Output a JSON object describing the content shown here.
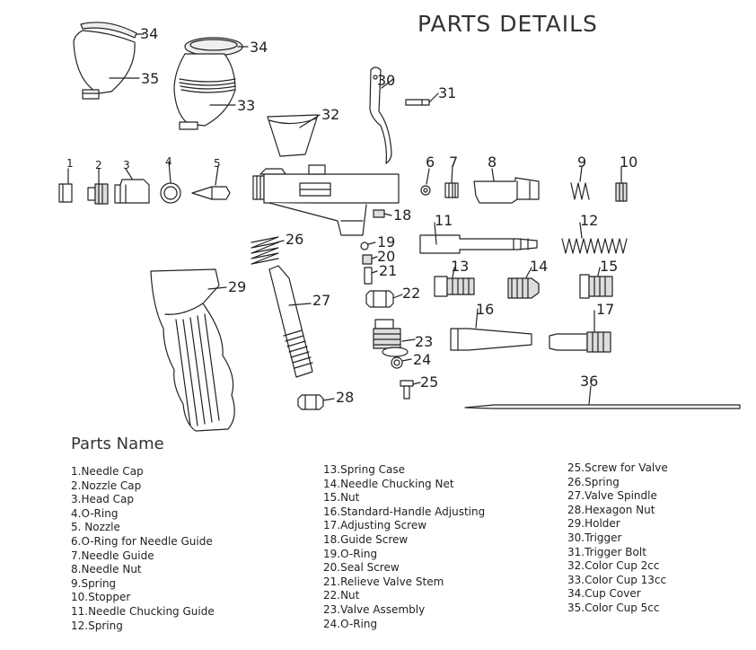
{
  "title": "PARTS DETAILS",
  "parts_heading": "Parts Name",
  "callouts": {
    "n1": "1",
    "n2": "2",
    "n3": "3",
    "n4": "4",
    "n5": "5",
    "n6": "6",
    "n7": "7",
    "n8": "8",
    "n9": "9",
    "n10": "10",
    "n11": "11",
    "n12": "12",
    "n13": "13",
    "n14": "14",
    "n15": "15",
    "n16": "16",
    "n17": "17",
    "n18": "18",
    "n19": "19",
    "n20": "20",
    "n21": "21",
    "n22": "22",
    "n23": "23",
    "n24": "24",
    "n25": "25",
    "n26": "26",
    "n27": "27",
    "n28": "28",
    "n29": "29",
    "n30": "30",
    "n31": "31",
    "n32": "32",
    "n33": "33",
    "n34a": "34",
    "n34b": "34",
    "n35": "35",
    "n36": "36"
  },
  "parts_list": [
    [
      "1.Needle Cap",
      "2.Nozzle Cap",
      "3.Head Cap",
      "4.O-Ring",
      "5. Nozzle",
      "6.O-Ring for Needle Guide",
      "7.Needle Guide",
      "8.Needle Nut",
      "9.Spring",
      "10.Stopper",
      "11.Needle Chucking Guide",
      "12.Spring"
    ],
    [
      "13.Spring Case",
      "14.Needle Chucking Net",
      "15.Nut",
      "16.Standard-Handle Adjusting",
      "17.Adjusting Screw",
      "18.Guide Screw",
      "19.O-Ring",
      "20.Seal Screw",
      "21.Relieve Valve Stem",
      "22.Nut",
      "23.Valve Assembly",
      "24.O-Ring"
    ],
    [
      "25.Screw for Valve",
      "26.Spring",
      "27.Valve Spindle",
      "28.Hexagon Nut",
      "29.Holder",
      "30.Trigger",
      "31.Trigger Bolt",
      "32.Color Cup 2cc",
      "33.Color Cup 13cc",
      "34.Cup Cover",
      "35.Color Cup 5cc"
    ]
  ]
}
